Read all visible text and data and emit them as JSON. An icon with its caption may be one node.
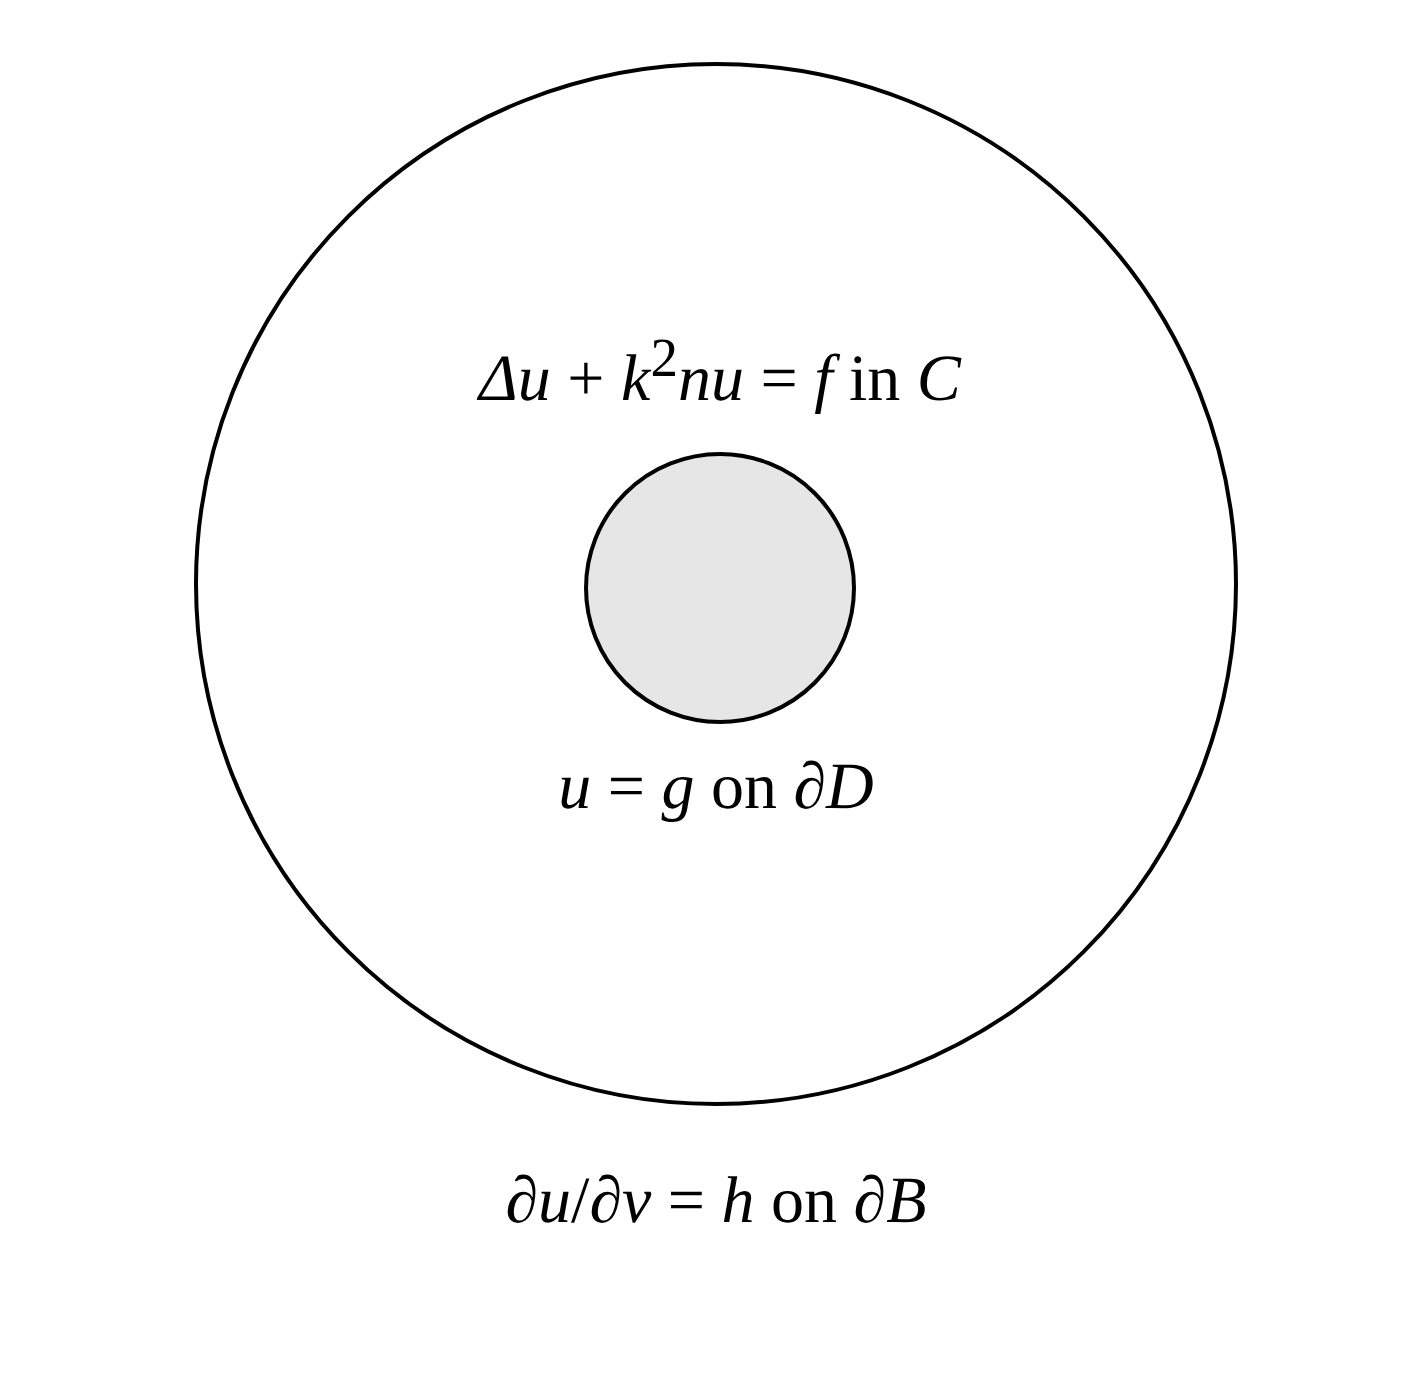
{
  "diagram": {
    "nodes": [
      {
        "text": [
          "*Δu* + *k*$^{2}$*nu* = *f*  in *C*"
        ],
        "beside": [
          "∂*u*/∂*ν* = *h* on ∂*B*"
        ]
      },
      {
        "text": [],
        "shape": "circle",
        "in": 0,
        "beside": [
          "*u* = *g* on ∂*D*"
        ]
      }
    ]
  }
}
